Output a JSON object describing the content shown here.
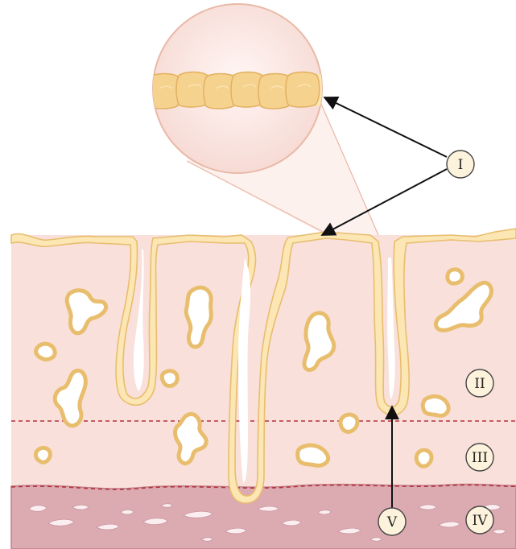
{
  "labels": {
    "I": "I",
    "II": "II",
    "III": "III",
    "IV": "IV",
    "V": "V"
  },
  "colors": {
    "tissue": "#f9e0da",
    "tissue_deep": "#f7dcd6",
    "epithelium_fill": "#fbe6b4",
    "epithelium_stroke": "#e8be6e",
    "cell_fill": "#f6d28f",
    "cell_stroke": "#e2b061",
    "lumen": "#ffffff",
    "muscle_layer": "#dcaab1",
    "muscle_stroke": "#c07f8c",
    "boundary_dash": "#b3313a",
    "arrow": "#111111",
    "label_circle_fill": "#fdf2dc",
    "label_circle_stroke": "#444444",
    "magnifier_fill": "#fcebe6",
    "magnifier_stroke": "#e9b9a7"
  }
}
